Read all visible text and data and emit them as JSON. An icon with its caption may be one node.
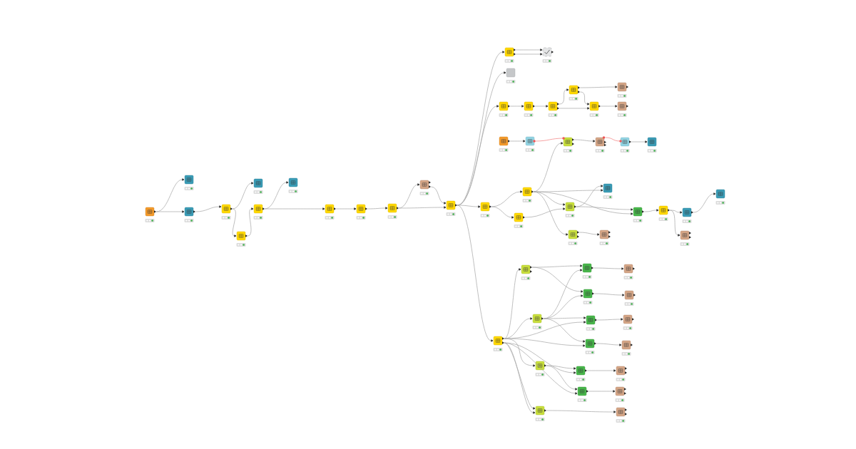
{
  "diagram": {
    "nodes": [
      {
        "text": [],
        "shape": "box"
      },
      {
        "text": [],
        "shape": "box"
      },
      {
        "text": [],
        "shape": "box"
      },
      {
        "text": [],
        "shape": "box"
      },
      {
        "text": [],
        "shape": "box"
      },
      {
        "text": [],
        "shape": "box"
      },
      {
        "text": [],
        "shape": "box"
      },
      {
        "text": [],
        "shape": "box"
      },
      {
        "text": [],
        "shape": "box"
      },
      {
        "text": [],
        "shape": "box"
      },
      {
        "text": [],
        "shape": "box"
      },
      {
        "text": [],
        "shape": "box"
      },
      {
        "text": [],
        "shape": "box"
      },
      {
        "text": [],
        "shape": "box"
      },
      {
        "text": [],
        "shape": "box"
      },
      {
        "text": [],
        "shape": "box"
      },
      {
        "text": [],
        "shape": "box"
      },
      {
        "text": [],
        "shape": "box"
      },
      {
        "text": [],
        "shape": "box"
      },
      {
        "text": [],
        "shape": "box"
      },
      {
        "text": [],
        "shape": "box"
      },
      {
        "text": [],
        "shape": "box"
      },
      {
        "text": [],
        "shape": "box"
      },
      {
        "text": [],
        "shape": "box"
      },
      {
        "text": [],
        "shape": "box"
      },
      {
        "text": [],
        "shape": "box"
      },
      {
        "text": [],
        "shape": "box"
      },
      {
        "text": [],
        "shape": "box"
      },
      {
        "text": [],
        "shape": "box"
      },
      {
        "text": [],
        "shape": "box"
      },
      {
        "text": [],
        "shape": "box"
      },
      {
        "text": [],
        "shape": "box"
      },
      {
        "text": [],
        "shape": "box"
      },
      {
        "text": [],
        "shape": "box"
      },
      {
        "text": [],
        "shape": "box"
      },
      {
        "text": [],
        "shape": "box"
      },
      {
        "text": [],
        "shape": "box"
      },
      {
        "text": [],
        "shape": "box"
      },
      {
        "text": [],
        "shape": "box"
      },
      {
        "text": [],
        "shape": "box"
      },
      {
        "text": [],
        "shape": "box"
      },
      {
        "text": [],
        "shape": "box"
      },
      {
        "text": [],
        "shape": "box"
      },
      {
        "text": [],
        "shape": "box"
      },
      {
        "text": [],
        "shape": "box"
      },
      {
        "text": [],
        "shape": "box"
      },
      {
        "text": [],
        "shape": "box"
      },
      {
        "text": [],
        "shape": "box"
      },
      {
        "text": [],
        "shape": "box"
      },
      {
        "text": [],
        "shape": "box"
      },
      {
        "text": [],
        "shape": "box"
      },
      {
        "text": [],
        "shape": "box"
      },
      {
        "text": [],
        "shape": "box"
      },
      {
        "text": [],
        "shape": "box"
      },
      {
        "text": [],
        "shape": "box"
      },
      {
        "text": [],
        "shape": "box"
      },
      {
        "text": [],
        "shape": "box"
      },
      {
        "text": [],
        "shape": "box"
      },
      {
        "text": [],
        "shape": "box"
      }
    ],
    "edges": [
      {
        "from": 0,
        "to": 1,
        "arrow": "to"
      },
      {
        "from": 0,
        "to": 2,
        "arrow": "to"
      },
      {
        "from": 2,
        "to": 3,
        "arrow": "to"
      },
      {
        "from": 3,
        "to": 6,
        "arrow": "to"
      },
      {
        "from": 3,
        "to": 4,
        "arrow": "to"
      },
      {
        "from": 4,
        "to": 5,
        "arrow": "to"
      },
      {
        "from": 5,
        "to": 7,
        "arrow": "to"
      },
      {
        "from": 5,
        "to": 8,
        "arrow": "to"
      },
      {
        "from": 8,
        "to": 9,
        "arrow": "to"
      },
      {
        "from": 9,
        "to": 10,
        "arrow": "to"
      },
      {
        "from": 10,
        "to": 11,
        "arrow": "to"
      },
      {
        "from": 10,
        "to": 12,
        "arrow": "to"
      },
      {
        "from": 11,
        "to": 12,
        "arrow": "to"
      },
      {
        "from": 12,
        "to": 13,
        "arrow": "to"
      },
      {
        "from": 13,
        "to": 14,
        "arrow": "to"
      },
      {
        "from": 13,
        "to": 14,
        "arrow": "to"
      },
      {
        "from": 12,
        "to": 15,
        "arrow": "to"
      },
      {
        "from": 12,
        "to": 16,
        "arrow": "to"
      },
      {
        "from": 16,
        "to": 17,
        "arrow": "to"
      },
      {
        "from": 17,
        "to": 18,
        "arrow": "to"
      },
      {
        "from": 18,
        "to": 19,
        "arrow": "to"
      },
      {
        "from": 18,
        "to": 21,
        "arrow": "to"
      },
      {
        "from": 19,
        "to": 20,
        "arrow": "to"
      },
      {
        "from": 19,
        "to": 21,
        "arrow": "to"
      },
      {
        "from": 21,
        "to": 22,
        "arrow": "to"
      },
      {
        "from": 23,
        "to": 24,
        "arrow": "to"
      },
      {
        "from": 24,
        "to": 25,
        "arrow": "none",
        "color": "#f27b7b"
      },
      {
        "from": 30,
        "to": 25,
        "arrow": "to"
      },
      {
        "from": 25,
        "to": 26,
        "arrow": "to"
      },
      {
        "from": 26,
        "to": 27,
        "arrow": "none",
        "color": "#f27b7b"
      },
      {
        "from": 27,
        "to": 28,
        "arrow": "to"
      },
      {
        "from": 12,
        "to": 29,
        "arrow": "to"
      },
      {
        "from": 29,
        "to": 30,
        "arrow": "to"
      },
      {
        "from": 29,
        "to": 33,
        "arrow": "to"
      },
      {
        "from": 30,
        "to": 31,
        "arrow": "to"
      },
      {
        "from": 30,
        "to": 32,
        "arrow": "to"
      },
      {
        "from": 33,
        "to": 32,
        "arrow": "to"
      },
      {
        "from": 32,
        "to": 31,
        "arrow": "to"
      },
      {
        "from": 32,
        "to": 34,
        "arrow": "to"
      },
      {
        "from": 30,
        "to": 34,
        "arrow": "to"
      },
      {
        "from": 34,
        "to": 35,
        "arrow": "to"
      },
      {
        "from": 35,
        "to": 36,
        "arrow": "to"
      },
      {
        "from": 36,
        "to": 37,
        "arrow": "to"
      },
      {
        "from": 35,
        "to": 38,
        "arrow": "to"
      },
      {
        "from": 30,
        "to": 39,
        "arrow": "to"
      },
      {
        "from": 39,
        "to": 40,
        "arrow": "to"
      },
      {
        "from": 12,
        "to": 49,
        "arrow": "to"
      },
      {
        "from": 49,
        "to": 41,
        "arrow": "to"
      },
      {
        "from": 41,
        "to": 42,
        "arrow": "to"
      },
      {
        "from": 46,
        "to": 42,
        "arrow": "to"
      },
      {
        "from": 42,
        "to": 43,
        "arrow": "to"
      },
      {
        "from": 41,
        "to": 44,
        "arrow": "to"
      },
      {
        "from": 46,
        "to": 44,
        "arrow": "to"
      },
      {
        "from": 44,
        "to": 45,
        "arrow": "to"
      },
      {
        "from": 49,
        "to": 46,
        "arrow": "to"
      },
      {
        "from": 46,
        "to": 47,
        "arrow": "to"
      },
      {
        "from": 49,
        "to": 47,
        "arrow": "to"
      },
      {
        "from": 47,
        "to": 48,
        "arrow": "to"
      },
      {
        "from": 46,
        "to": 50,
        "arrow": "to"
      },
      {
        "from": 49,
        "to": 50,
        "arrow": "to"
      },
      {
        "from": 50,
        "to": 51,
        "arrow": "to"
      },
      {
        "from": 49,
        "to": 52,
        "arrow": "to"
      },
      {
        "from": 52,
        "to": 53,
        "arrow": "to"
      },
      {
        "from": 49,
        "to": 53,
        "arrow": "to"
      },
      {
        "from": 53,
        "to": 54,
        "arrow": "to"
      },
      {
        "from": 52,
        "to": 55,
        "arrow": "to"
      },
      {
        "from": 49,
        "to": 55,
        "arrow": "to"
      },
      {
        "from": 55,
        "to": 56,
        "arrow": "to"
      },
      {
        "from": 49,
        "to": 57,
        "arrow": "to"
      },
      {
        "from": 49,
        "to": 57,
        "arrow": "to"
      },
      {
        "from": 57,
        "to": 58,
        "arrow": "to"
      }
    ]
  }
}
